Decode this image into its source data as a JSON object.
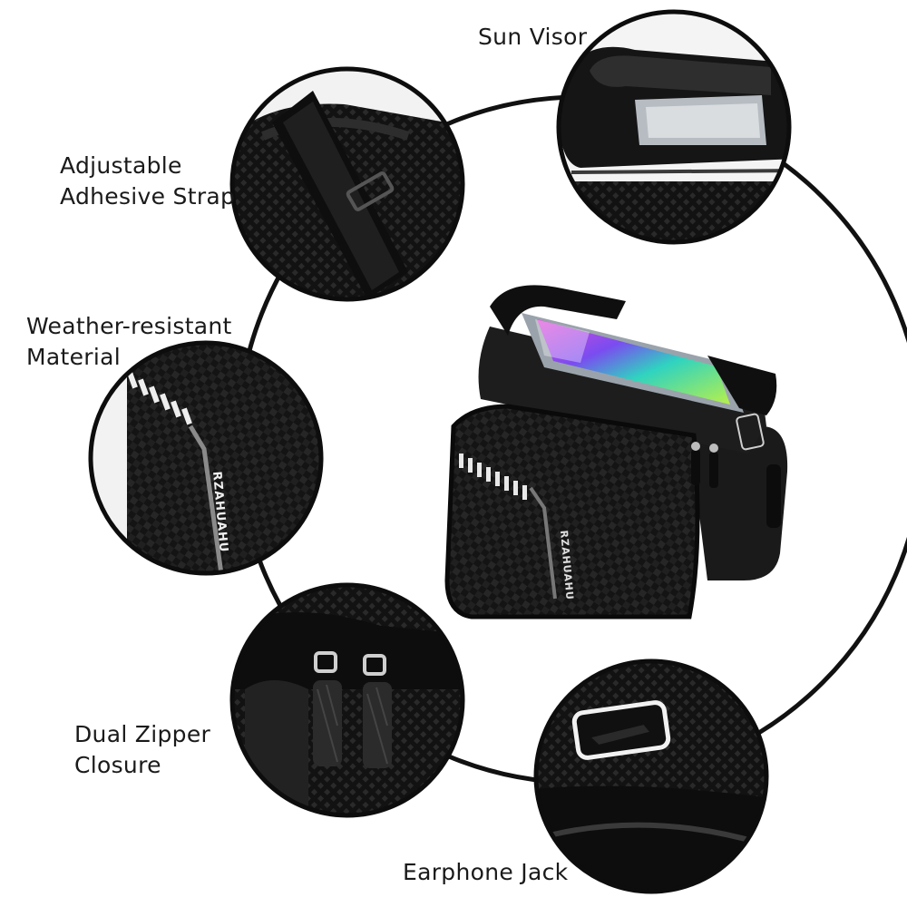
{
  "features": {
    "sun_visor": "Sun Visor",
    "adhesive_strap": [
      "Adjustable",
      "Adhesive Strap"
    ],
    "weather_material": [
      "Weather-resistant",
      "Material"
    ],
    "dual_zipper": [
      "Dual Zipper",
      "Closure"
    ],
    "earphone_jack": "Earphone Jack"
  },
  "product": {
    "brand_mark": "RZAHUAHU"
  }
}
